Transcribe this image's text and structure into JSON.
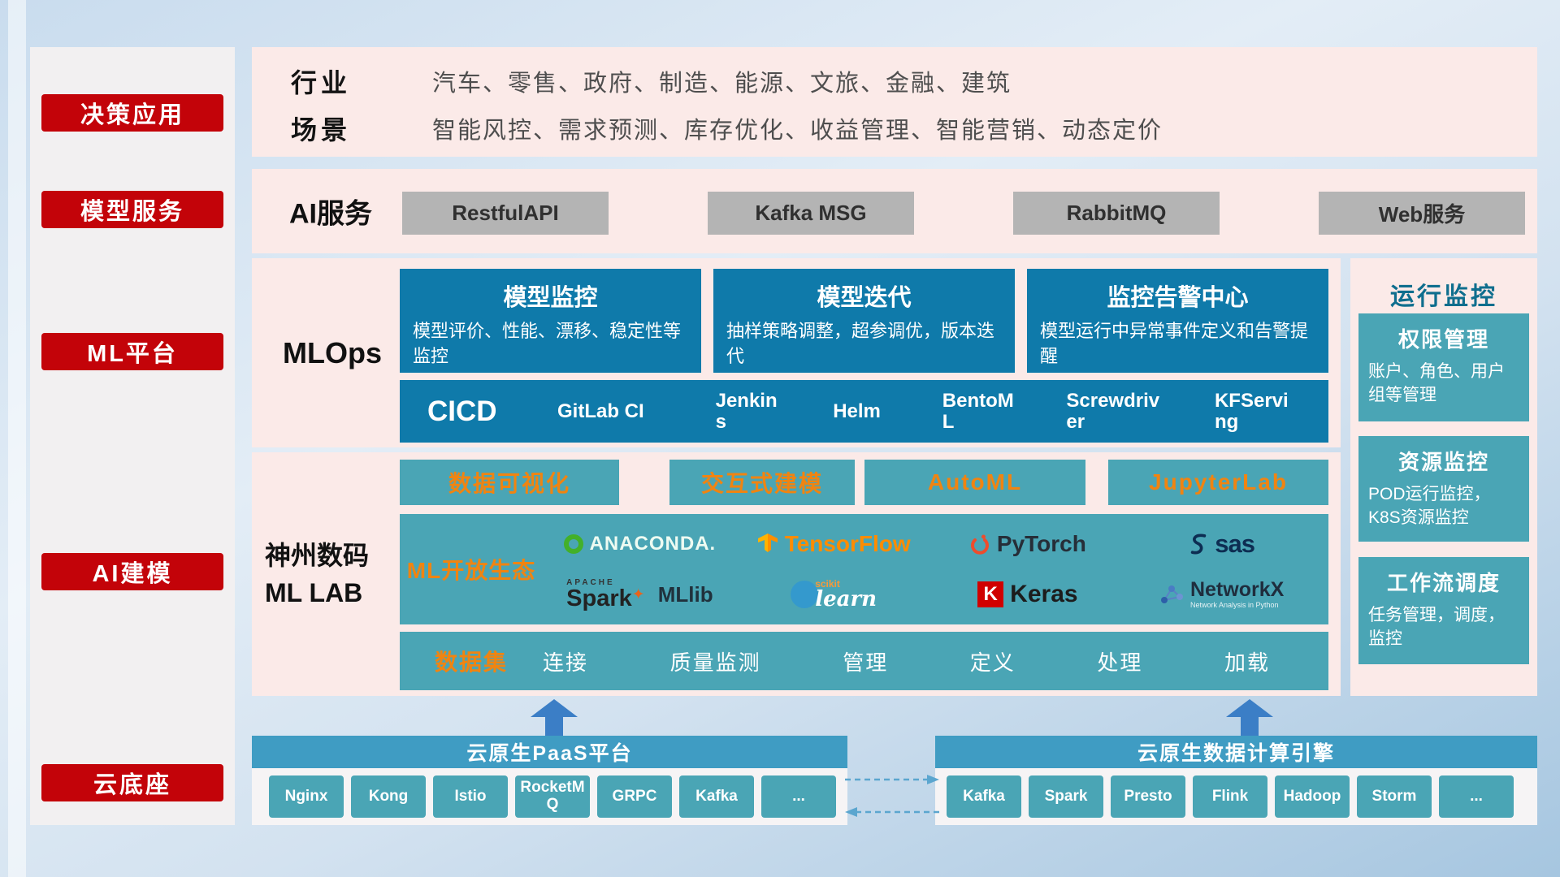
{
  "colors": {
    "red": "#c30309",
    "pink_panel": "#fbeae8",
    "deep_blue": "#0f7aaa",
    "teal": "#4aa5b5",
    "banner_blue": "#3f9cc3",
    "orange": "#f08411",
    "gray_button": "#b4b4b4",
    "arrow_blue": "#3b7ec6"
  },
  "rail": {
    "items": [
      {
        "label": "决策应用"
      },
      {
        "label": "模型服务"
      },
      {
        "label": "ML平台"
      },
      {
        "label": "AI建模"
      },
      {
        "label": "云底座"
      }
    ]
  },
  "industry": {
    "rows": [
      {
        "label": "行业",
        "value": "汽车、零售、政府、制造、能源、文旅、金融、建筑"
      },
      {
        "label": "场景",
        "value": "智能风控、需求预测、库存优化、收益管理、智能营销、动态定价"
      }
    ]
  },
  "ai_services": {
    "label": "AI服务",
    "buttons": [
      "RestfulAPI",
      "Kafka MSG",
      "RabbitMQ",
      "Web服务"
    ]
  },
  "mlops": {
    "label": "MLOps",
    "cards": [
      {
        "title": "模型监控",
        "desc": "模型评价、性能、漂移、稳定性等监控"
      },
      {
        "title": "模型迭代",
        "desc": "抽样策略调整，超参调优，版本迭代"
      },
      {
        "title": "监控告警中心",
        "desc": "模型运行中异常事件定义和告警提醒"
      }
    ],
    "cicd_label": "CICD",
    "cicd_items": [
      "GitLab CI",
      "Jenkins",
      "Helm",
      "BentoML",
      "Screwdriver",
      "KFServing"
    ]
  },
  "mllab": {
    "label_line1": "神州数码",
    "label_line2": "ML LAB",
    "tools": [
      "数据可视化",
      "交互式建模",
      "AutoML",
      "JupyterLab"
    ],
    "ecosystem_label": "ML开放生态",
    "logos": [
      {
        "name": "anaconda",
        "label": "ANACONDA."
      },
      {
        "name": "tensorflow",
        "label": "TensorFlow"
      },
      {
        "name": "pytorch",
        "label": "PyTorch"
      },
      {
        "name": "sas",
        "label": "sas"
      },
      {
        "name": "spark-mllib",
        "super": "APACHE",
        "label": "Spark",
        "extra": "MLlib"
      },
      {
        "name": "scikit-learn",
        "super": "scikit",
        "label": "learn"
      },
      {
        "name": "keras",
        "initial": "K",
        "label": "Keras"
      },
      {
        "name": "networkx",
        "label": "NetworkX",
        "sub": "Network Analysis in Python"
      }
    ],
    "dataset_label": "数据集",
    "dataset_items": [
      "连接",
      "质量监测",
      "管理",
      "定义",
      "处理",
      "加载"
    ]
  },
  "monitoring": {
    "title": "运行监控",
    "cards": [
      {
        "title": "权限管理",
        "desc": "账户、角色、用户组等管理"
      },
      {
        "title": "资源监控",
        "desc": "POD运行监控，K8S资源监控"
      },
      {
        "title": "工作流调度",
        "desc": "任务管理，调度，监控"
      }
    ]
  },
  "cloud": {
    "paas": {
      "title": "云原生PaaS平台",
      "items": [
        "Nginx",
        "Kong",
        "Istio",
        "RocketMQ",
        "GRPC",
        "Kafka",
        "..."
      ]
    },
    "engine": {
      "title": "云原生数据计算引擎",
      "items": [
        "Kafka",
        "Spark",
        "Presto",
        "Flink",
        "Hadoop",
        "Storm",
        "..."
      ]
    }
  }
}
